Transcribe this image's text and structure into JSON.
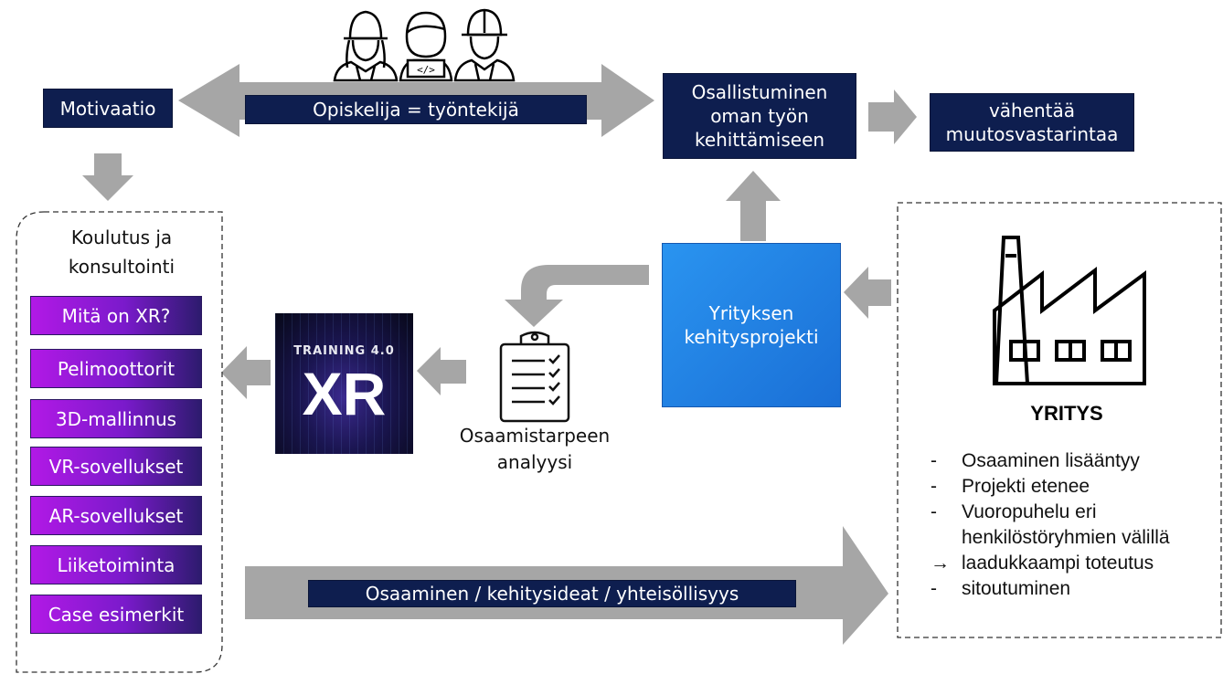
{
  "top": {
    "motivaatio": "Motivaatio",
    "opiskelija": "Opiskelija = työntekijä",
    "osallistuminen_lines": [
      "Osallistuminen",
      "oman työn",
      "kehittämiseen"
    ],
    "vahentaa_lines": [
      "vähentää",
      "muutosvastarintaa"
    ]
  },
  "left_panel": {
    "title_lines": [
      "Koulutus ja",
      "konsultointi"
    ],
    "items": [
      "Mitä on XR?",
      "Pelimoottorit",
      "3D-mallinnus",
      "VR-sovellukset",
      "AR-sovellukset",
      "Liiketoiminta",
      "Case esimerkit"
    ]
  },
  "xr_logo": {
    "subtitle": "TRAINING 4.0",
    "title": "XR"
  },
  "analysis_label_lines": [
    "Osaamistarpeen",
    "analyysi"
  ],
  "project_lines": [
    "Yrityksen",
    "kehitysprojekti"
  ],
  "company": {
    "title": "YRITYS",
    "items": [
      {
        "marker": "-",
        "text": "Osaaminen lisääntyy"
      },
      {
        "marker": "-",
        "text": "Projekti etenee"
      },
      {
        "marker": "-",
        "text": "Vuoropuhelu eri"
      },
      {
        "marker": "",
        "text": "henkilöstöryhmien välillä"
      },
      {
        "marker": "→",
        "text": "laadukkaampi toteutus"
      },
      {
        "marker": "-",
        "text": "sitoutuminen"
      }
    ]
  },
  "bottom_bar": "Osaaminen / kehitysideat / yhteisöllisyys",
  "colors": {
    "navy": "#0e1e4f",
    "arrow_gray": "#a6a6a6",
    "project_blue": "#1f7fe0",
    "purple": "#b219e6"
  },
  "icons": [
    "worker-woman-icon",
    "developer-laptop-icon",
    "worker-man-icon",
    "checklist-clipboard-icon",
    "factory-icon"
  ]
}
